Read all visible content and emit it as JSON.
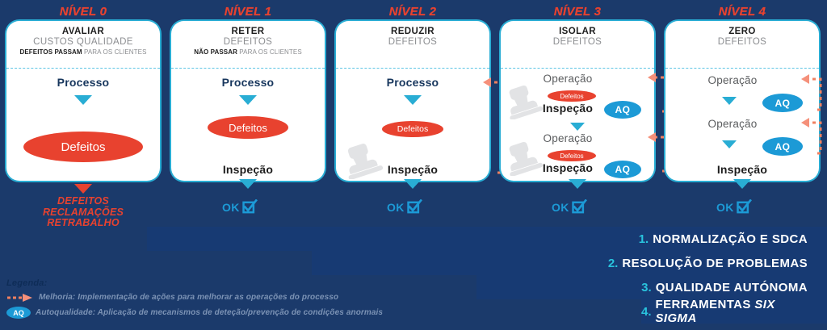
{
  "background_color": "#1B3A6B",
  "accent_colors": {
    "red": "#E8422F",
    "cyan": "#29ADD4",
    "blue": "#1C9AD6",
    "navy": "#17365D",
    "bar": "#173A73",
    "bar_number": "#29C3DD"
  },
  "levels": [
    {
      "title": "NÍVEL 0",
      "head_main": "AVALIAR",
      "head_sub": "CUSTOS QUALIDADE",
      "head_note_bold": "DEFEITOS PASSAM",
      "head_note_grey": " PARA OS CLIENTES",
      "steps": [
        {
          "label": "Processo",
          "kind": "process"
        },
        {
          "label": "Defeitos",
          "kind": "defect-big"
        }
      ],
      "outcome_lines": [
        "DEFEITOS",
        "RECLAMAÇÕES",
        "RETRABALHO"
      ],
      "outcome_kind": "red-text"
    },
    {
      "title": "NÍVEL 1",
      "head_main": "RETER",
      "head_sub": "DEFEITOS",
      "head_note_bold": "NÃO PASSAR",
      "head_note_grey": " PARA OS CLIENTES",
      "steps": [
        {
          "label": "Processo",
          "kind": "process"
        },
        {
          "label": "Defeitos",
          "kind": "defect-mid"
        },
        {
          "label": "Inspeção",
          "kind": "inspection"
        }
      ],
      "outcome_kind": "ok",
      "outcome_label": "OK"
    },
    {
      "title": "NÍVEL 2",
      "head_main": "REDUZIR",
      "head_sub": "DEFEITOS",
      "head_note_bold": "",
      "head_note_grey": "",
      "steps": [
        {
          "label": "Processo",
          "kind": "process"
        },
        {
          "label": "Defeitos",
          "kind": "defect-small"
        },
        {
          "label": "Inspeção",
          "kind": "inspection"
        }
      ],
      "outcome_kind": "ok",
      "outcome_label": "OK",
      "has_stamp": true,
      "has_loop": true
    },
    {
      "title": "NÍVEL 3",
      "head_main": "ISOLAR",
      "head_sub": "DEFEITOS",
      "head_note_bold": "",
      "head_note_grey": "",
      "steps": [
        {
          "label": "Operação",
          "kind": "operation"
        },
        {
          "label": "Defeitos",
          "kind": "defect-tiny"
        },
        {
          "label": "Inspeção",
          "kind": "inspection",
          "aq": "AQ"
        },
        {
          "label": "Operação",
          "kind": "operation"
        },
        {
          "label": "Defeitos",
          "kind": "defect-tiny"
        },
        {
          "label": "Inspeção",
          "kind": "inspection",
          "aq": "AQ"
        }
      ],
      "outcome_kind": "ok",
      "outcome_label": "OK",
      "has_stamp": true,
      "has_loop": true
    },
    {
      "title": "NÍVEL 4",
      "head_main": "ZERO",
      "head_sub": "DEFEITOS",
      "head_note_bold": "",
      "head_note_grey": "",
      "steps": [
        {
          "label": "Operação",
          "kind": "operation",
          "aq": "AQ"
        },
        {
          "label": "Operação",
          "kind": "operation",
          "aq": "AQ"
        },
        {
          "label": "Inspeção",
          "kind": "inspection"
        }
      ],
      "outcome_kind": "ok",
      "outcome_label": "OK",
      "has_loop": true
    }
  ],
  "bars": [
    {
      "num": "1.",
      "label": "NORMALIZAÇÃO E SDCA",
      "italic_tail": ""
    },
    {
      "num": "2.",
      "label": "RESOLUÇÃO DE PROBLEMAS",
      "italic_tail": ""
    },
    {
      "num": "3.",
      "label": "QUALIDADE AUTÓNOMA",
      "italic_tail": ""
    },
    {
      "num": "4.",
      "label": "FERRAMENTAS ",
      "italic_tail": "SIX SIGMA"
    }
  ],
  "legend": {
    "title": "Legenda:",
    "items": [
      {
        "icon": "dotted-arrow-icon",
        "text": "Melhoria: Implementação de ações para melhorar as operações do processo"
      },
      {
        "icon": "aq-ellipse-icon",
        "text": "Autoqualidade: Aplicação de mecanismos de deteção/prevenção de condições anormais",
        "badge": "AQ"
      }
    ]
  }
}
